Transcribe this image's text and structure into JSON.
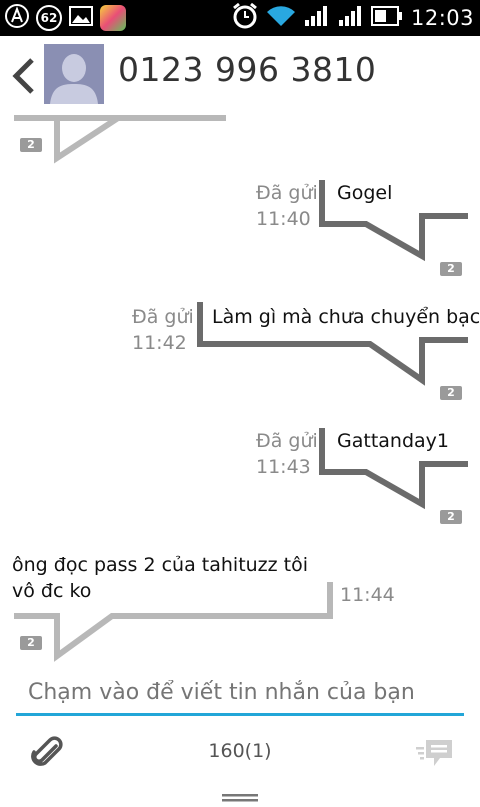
{
  "status_bar": {
    "badge_count": "62",
    "time": "12:03"
  },
  "header": {
    "contact": "0123 996 3810"
  },
  "messages": [
    {
      "direction": "outgoing",
      "status": "Đã gửi",
      "time": "11:40",
      "text": "Gogel",
      "count": "2"
    },
    {
      "direction": "outgoing",
      "status": "Đã gửi",
      "time": "11:42",
      "text": "Làm gì mà chưa chuyển bạc",
      "count": "2"
    },
    {
      "direction": "outgoing",
      "status": "Đã gửi",
      "time": "11:43",
      "text": "Gattanday1",
      "count": "2"
    },
    {
      "direction": "incoming",
      "time": "11:44",
      "text_line1": "ông đọc pass 2 của tahituzz tôi",
      "text_line2": "vô đc ko",
      "count": "2"
    }
  ],
  "top_partial_count": "2",
  "compose": {
    "placeholder": "Chạm vào để viết tin nhắn của bạn",
    "counter": "160(1)"
  },
  "colors": {
    "outgoing_bubble": "#6b6b6b",
    "incoming_bubble": "#b8b8b8",
    "accent": "#22a6d8"
  }
}
